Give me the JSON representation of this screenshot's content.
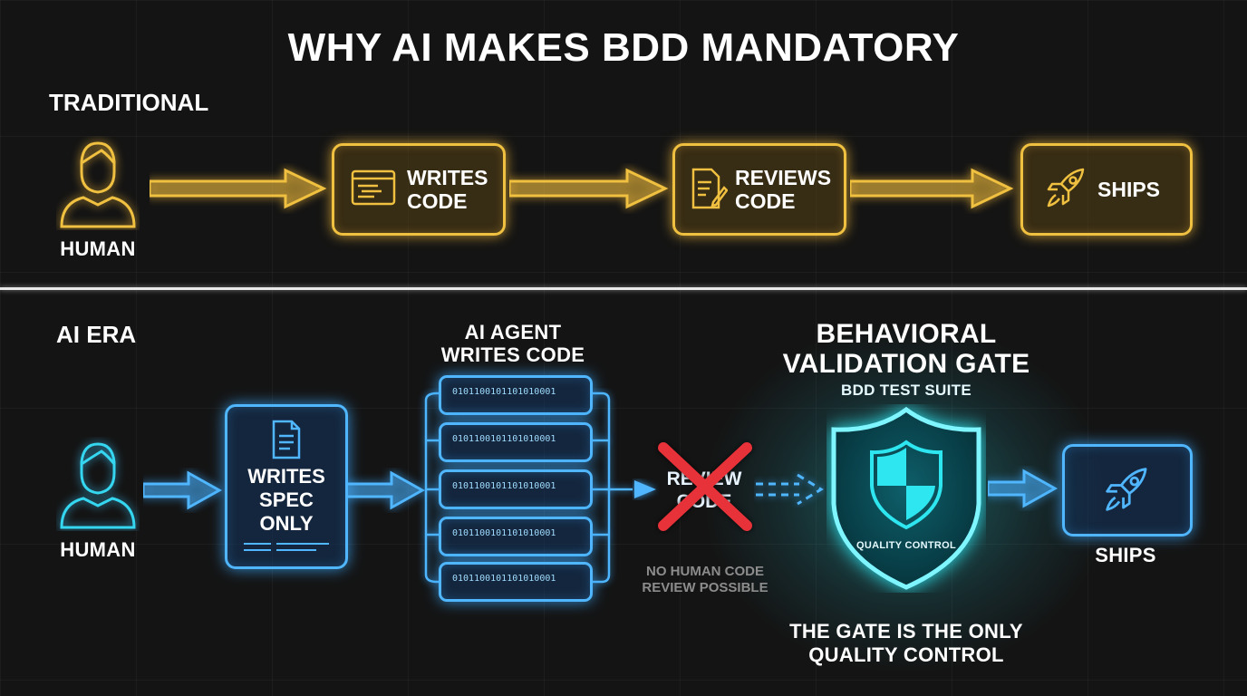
{
  "title": "WHY AI MAKES BDD MANDATORY",
  "traditional": {
    "label": "TRADITIONAL",
    "human_label": "HUMAN",
    "steps": [
      {
        "line1": "WRITES",
        "line2": "CODE",
        "icon": "code-window-icon"
      },
      {
        "line1": "REVIEWS",
        "line2": "CODE",
        "icon": "document-pen-icon"
      },
      {
        "line1": "SHIPS",
        "icon": "rocket-icon"
      }
    ]
  },
  "ai_era": {
    "label": "AI ERA",
    "human_label": "HUMAN",
    "spec": {
      "line1": "WRITES",
      "line2": "SPEC",
      "line3": "ONLY",
      "icon": "document-icon"
    },
    "agent": {
      "line1": "AI AGENT",
      "line2": "WRITES CODE",
      "binary": "0101100101101010001"
    },
    "review": {
      "line1": "REVIEW",
      "line2": "CODE",
      "note_line1": "NO HUMAN CODE",
      "note_line2": "REVIEW POSSIBLE"
    },
    "gate": {
      "title_line1": "BEHAVIORAL",
      "title_line2": "VALIDATION GATE",
      "subtitle": "BDD TEST SUITE",
      "shield_label": "QUALITY CONTROL",
      "caption_line1": "THE GATE IS THE ONLY",
      "caption_line2": "QUALITY CONTROL"
    },
    "ships_label": "SHIPS"
  },
  "colors": {
    "traditional_accent": "#f0c040",
    "ai_accent": "#4fb6ff",
    "gate_accent": "#2ee6f0",
    "reject": "#e8323a"
  }
}
